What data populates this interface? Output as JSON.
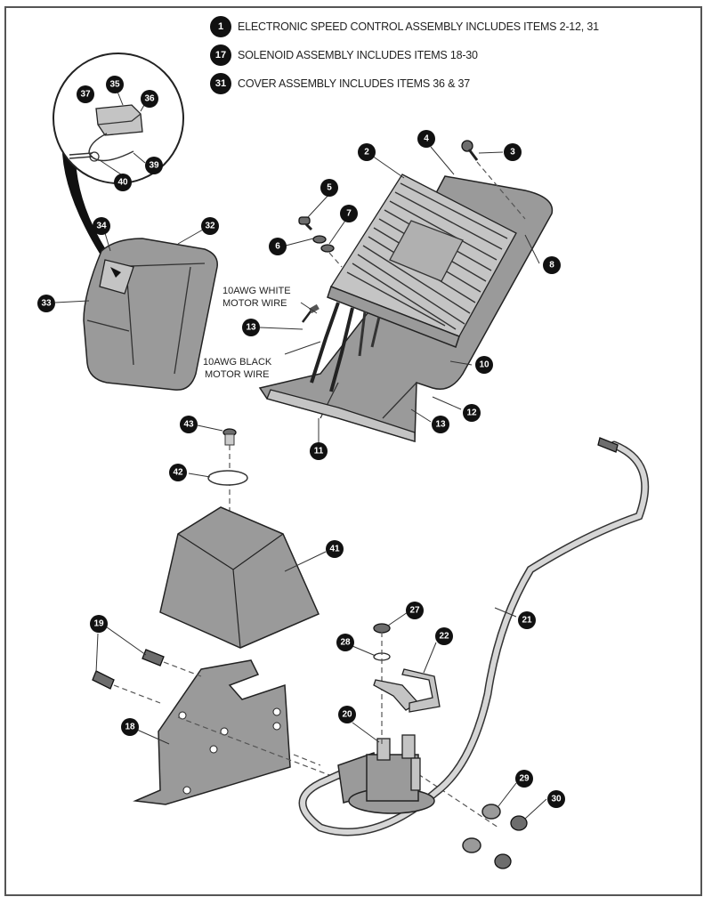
{
  "legend": [
    {
      "badge": "1",
      "text": "ELECTRONIC SPEED CONTROL ASSEMBLY INCLUDES ITEMS 2-12, 31"
    },
    {
      "badge": "17",
      "text": "SOLENOID ASSEMBLY INCLUDES ITEMS 18-30"
    },
    {
      "badge": "31",
      "text": "COVER ASSEMBLY INCLUDES ITEMS 36 & 37"
    }
  ],
  "wire_labels": {
    "white_line1": "10AWG WHITE",
    "white_line2": "MOTOR WIRE",
    "black_line1": "10AWG BLACK",
    "black_line2": "MOTOR WIRE"
  },
  "callouts": {
    "c2": "2",
    "c3": "3",
    "c4": "4",
    "c5": "5",
    "c6": "6",
    "c7": "7",
    "c8": "8",
    "c10": "10",
    "c11": "11",
    "c12": "12",
    "c13a": "13",
    "c13b": "13",
    "c18": "18",
    "c19": "19",
    "c20": "20",
    "c21": "21",
    "c22": "22",
    "c27": "27",
    "c28": "28",
    "c29": "29",
    "c30": "30",
    "c32": "32",
    "c33": "33",
    "c34": "34",
    "c35": "35",
    "c36": "36",
    "c37": "37",
    "c39": "39",
    "c40": "40",
    "c41": "41",
    "c42": "42",
    "c43": "43"
  }
}
